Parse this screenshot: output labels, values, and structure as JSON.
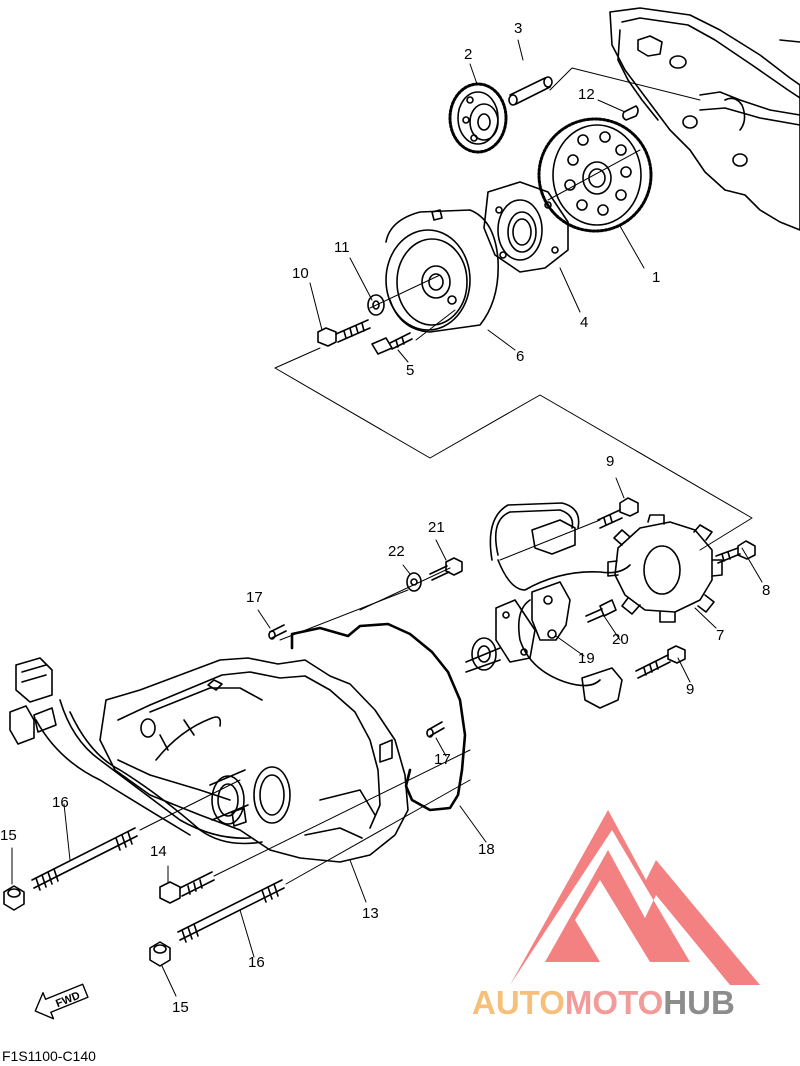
{
  "callouts": {
    "c1": "1",
    "c2": "2",
    "c3": "3",
    "c4": "4",
    "c5": "5",
    "c6": "6",
    "c7": "7",
    "c8": "8",
    "c9a": "9",
    "c9b": "9",
    "c10": "10",
    "c11": "11",
    "c12": "12",
    "c13": "13",
    "c14": "14",
    "c15a": "15",
    "c15b": "15",
    "c16a": "16",
    "c16b": "16",
    "c17a": "17",
    "c17b": "17",
    "c18": "18",
    "c19": "19",
    "c20": "20",
    "c21": "21",
    "c22": "22"
  },
  "fwd_label": "FWD",
  "ref_code": "F1S1100-C140",
  "watermark": {
    "part1": "AUTO",
    "part2": "MOTO",
    "part3": "HUB",
    "color_auto": "#f7c07a",
    "color_moto": "#f39a9a",
    "color_hub": "#8c8c8c",
    "color_triangle": "#f26b6b"
  }
}
